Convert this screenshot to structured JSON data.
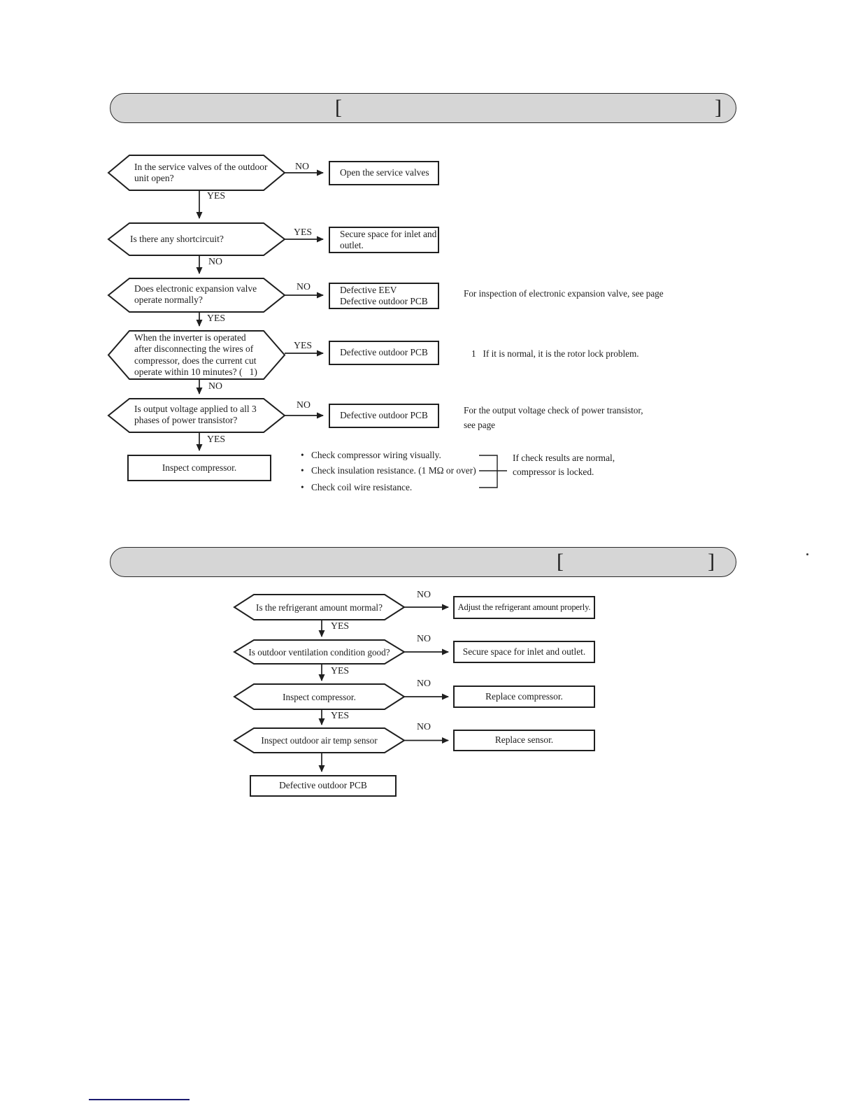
{
  "header1": {
    "open_bracket": "[",
    "close_bracket": "]"
  },
  "header2": {
    "open_bracket": "[",
    "close_bracket": "]"
  },
  "flow1": {
    "decisions": [
      {
        "question": "In the service valves of the outdoor\nunit open?",
        "branch_label": "NO",
        "down_label": "YES",
        "result": "Open the service valves"
      },
      {
        "question": "Is there any shortcircuit?",
        "branch_label": "YES",
        "down_label": "NO",
        "result": "Secure space for inlet and\noutlet."
      },
      {
        "question": "Does electronic expansion valve\noperate normally?",
        "branch_label": "NO",
        "down_label": "YES",
        "result": "Defective EEV\nDefective outdoor PCB",
        "note": "For inspection of electronic expansion valve, see page"
      },
      {
        "question": "When the inverter is operated\nafter disconnecting the wires of\ncompressor, does the current cut\noperate within 10 minutes? (   1)",
        "branch_label": "YES",
        "down_label": "NO",
        "result": "Defective outdoor PCB",
        "note": "1   If it is normal, it is the rotor lock problem."
      },
      {
        "question": "Is output voltage applied to all 3\nphases of power transistor?",
        "branch_label": "NO",
        "down_label": "YES",
        "result": "Defective outdoor PCB",
        "note": "For the output voltage check of power transistor,\nsee page"
      }
    ],
    "final_box": "Inspect compressor.",
    "bullet_char": "•",
    "bullets": [
      "Check compressor wiring visually.",
      "Check insulation resistance. (1 MΩ or over)",
      "Check coil wire resistance."
    ],
    "bracket_note": "If check results are normal,\ncompressor is locked."
  },
  "flow2": {
    "decisions": [
      {
        "question": "Is the refrigerant amount mormal?",
        "branch_label": "NO",
        "down_label": "YES",
        "result": "Adjust the refrigerant amount properly."
      },
      {
        "question": "Is outdoor ventilation condition good?",
        "branch_label": "NO",
        "down_label": "YES",
        "result": "Secure space for inlet and outlet."
      },
      {
        "question": "Inspect compressor.",
        "branch_label": "NO",
        "down_label": "YES",
        "result": "Replace compressor."
      },
      {
        "question": "Inspect outdoor air temp sensor",
        "branch_label": "NO",
        "result": "Replace sensor."
      }
    ],
    "final_box": "Defective outdoor PCB"
  },
  "stray_mark": "."
}
